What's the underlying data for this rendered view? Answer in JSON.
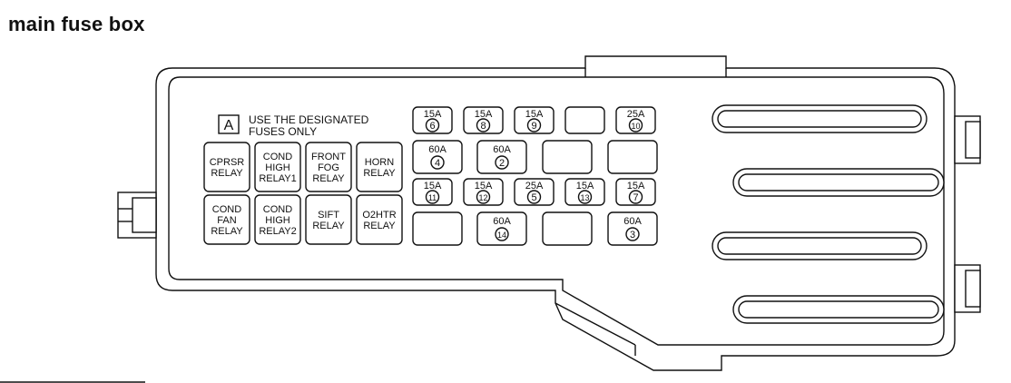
{
  "title": "main fuse box",
  "marker": "A",
  "notice": [
    "USE THE DESIGNATED",
    "FUSES ONLY"
  ],
  "relays": [
    {
      "lines": [
        "CPRSR",
        "RELAY"
      ]
    },
    {
      "lines": [
        "COND",
        "HIGH",
        "RELAY1"
      ]
    },
    {
      "lines": [
        "FRONT",
        "FOG",
        "RELAY"
      ]
    },
    {
      "lines": [
        "HORN",
        "RELAY"
      ]
    },
    {
      "lines": [
        "COND",
        "FAN",
        "RELAY"
      ]
    },
    {
      "lines": [
        "COND",
        "HIGH",
        "RELAY2"
      ]
    },
    {
      "lines": [
        "SIFT",
        "RELAY"
      ]
    },
    {
      "lines": [
        "O2HTR",
        "RELAY"
      ]
    }
  ],
  "fuse_rows": [
    [
      {
        "amp": "15A",
        "num": "6"
      },
      {
        "amp": "15A",
        "num": "8"
      },
      {
        "amp": "15A",
        "num": "9"
      },
      {
        "amp": "",
        "num": ""
      },
      {
        "amp": "25A",
        "num": "10"
      }
    ],
    [
      {
        "amp": "60A",
        "num": "4"
      },
      {
        "amp": "60A",
        "num": "2"
      },
      {
        "amp": "",
        "num": ""
      },
      {
        "amp": "",
        "num": ""
      }
    ],
    [
      {
        "amp": "15A",
        "num": "11"
      },
      {
        "amp": "15A",
        "num": "12"
      },
      {
        "amp": "25A",
        "num": "5"
      },
      {
        "amp": "15A",
        "num": "13"
      },
      {
        "amp": "15A",
        "num": "7"
      }
    ],
    [
      {
        "amp": "",
        "num": ""
      },
      {
        "amp": "60A",
        "num": "14"
      },
      {
        "amp": "",
        "num": ""
      },
      {
        "amp": "60A",
        "num": "3"
      }
    ]
  ]
}
